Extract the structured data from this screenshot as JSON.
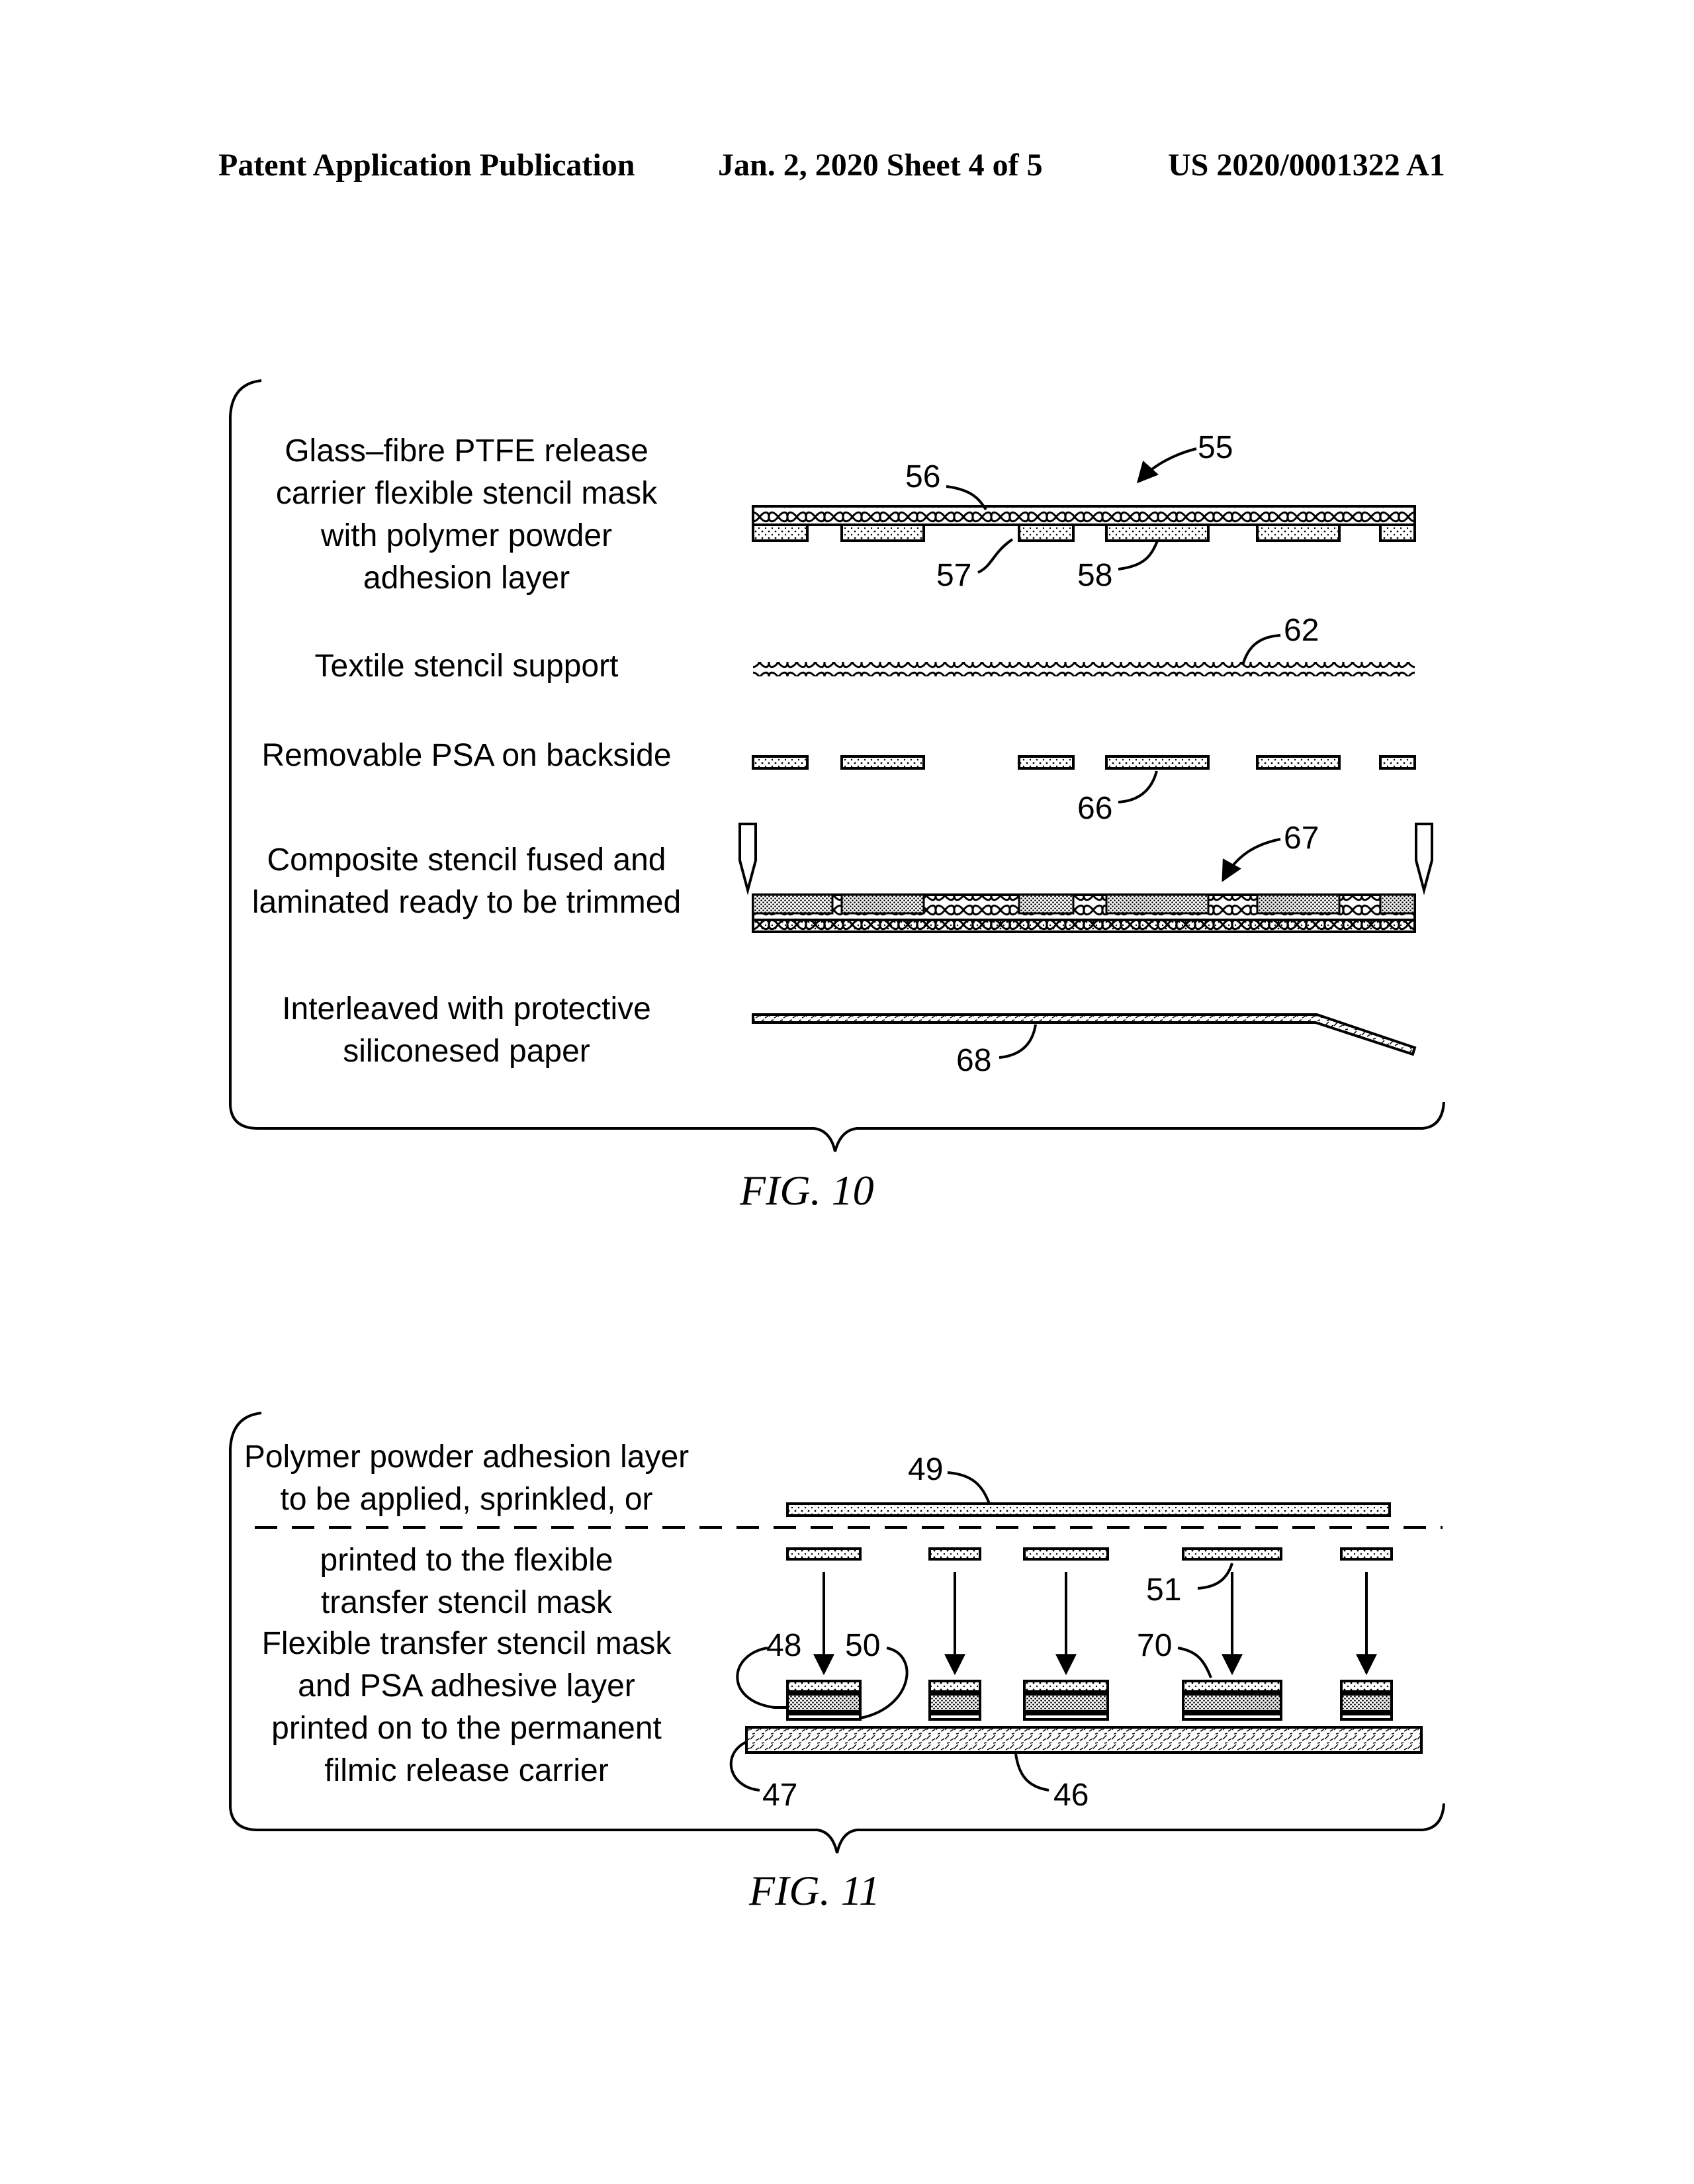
{
  "header": {
    "left": "Patent Application Publication",
    "center": "Jan. 2, 2020   Sheet 4 of 5",
    "right": "US 2020/0001322 A1"
  },
  "fig10": {
    "caption": "FIG.  10",
    "labels": {
      "l1": [
        "Glass–fibre PTFE release",
        "carrier flexible stencil mask",
        "with polymer powder",
        "adhesion layer"
      ],
      "l2": [
        "Textile stencil support"
      ],
      "l3": [
        "Removable PSA on backside"
      ],
      "l4": [
        "Composite stencil fused and",
        "laminated ready to be trimmed"
      ],
      "l5": [
        "Interleaved with protective",
        "siliconesed paper"
      ]
    },
    "refs": {
      "r55": "55",
      "r56": "56",
      "r57": "57",
      "r58": "58",
      "r62": "62",
      "r66": "66",
      "r67": "67",
      "r68": "68"
    }
  },
  "fig11": {
    "caption": "FIG.  11",
    "labels": {
      "l1": [
        "Polymer powder adhesion layer",
        "to be applied, sprinkled, or"
      ],
      "l2": [
        "printed to the flexible",
        "transfer stencil mask"
      ],
      "l3": [
        "Flexible transfer stencil mask",
        "and PSA adhesive layer",
        "printed on to the permanent",
        "filmic release carrier"
      ]
    },
    "refs": {
      "r49": "49",
      "r51": "51",
      "r48": "48",
      "r50": "50",
      "r70": "70",
      "r47": "47",
      "r46": "46"
    }
  }
}
